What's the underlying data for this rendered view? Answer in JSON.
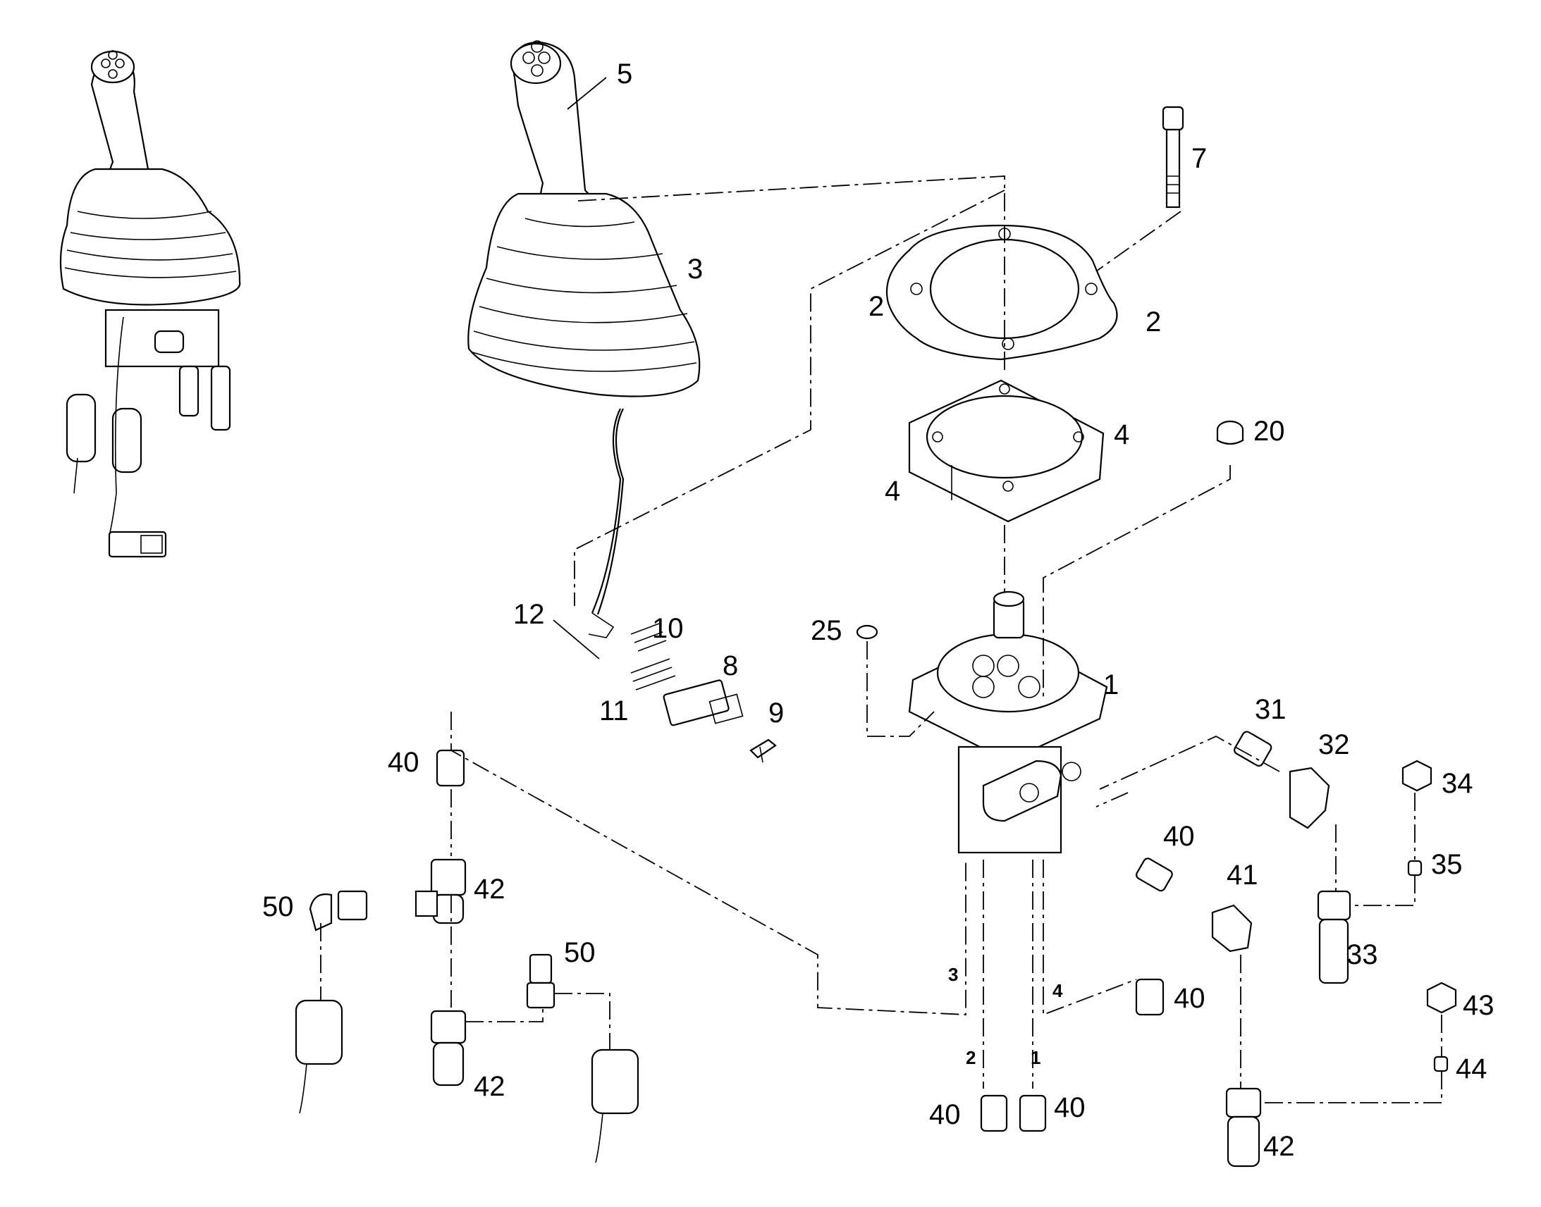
{
  "diagram": {
    "callouts": {
      "c5": "5",
      "c7": "7",
      "c3": "3",
      "c2a": "2",
      "c2b": "2",
      "c4a": "4",
      "c4b": "4",
      "c20": "20",
      "c12": "12",
      "c10": "10",
      "c8": "8",
      "c11": "11",
      "c9": "9",
      "c25": "25",
      "c1": "1",
      "c31": "31",
      "c32": "32",
      "c34": "34",
      "c35": "35",
      "c40a": "40",
      "c40b": "40",
      "c41": "41",
      "c33": "33",
      "c42a": "42",
      "c50a": "50",
      "c50b": "50",
      "c42b": "42",
      "c40c": "40",
      "c43": "43",
      "c44": "44",
      "c40d": "40",
      "c40e": "40",
      "c42c": "42"
    },
    "ports": {
      "p3": "3",
      "p4": "4",
      "p2": "2",
      "p1": "1"
    }
  }
}
